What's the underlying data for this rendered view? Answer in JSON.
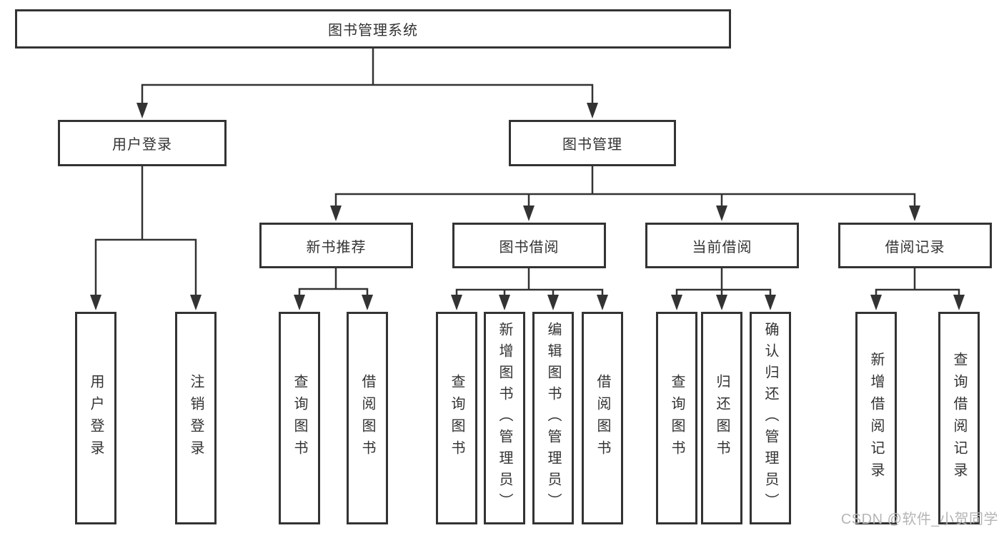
{
  "diagram_title": "图书管理系统",
  "tree": {
    "label": "图书管理系统",
    "children": [
      {
        "label": "用户登录",
        "children": [
          {
            "label": "用户登录"
          },
          {
            "label": "注销登录"
          }
        ]
      },
      {
        "label": "图书管理",
        "children": [
          {
            "label": "新书推荐",
            "children": [
              {
                "label": "查询图书"
              },
              {
                "label": "借阅图书"
              }
            ]
          },
          {
            "label": "图书借阅",
            "children": [
              {
                "label": "查询图书"
              },
              {
                "label": "新增图书（管理员）"
              },
              {
                "label": "编辑图书（管理员）"
              },
              {
                "label": "借阅图书"
              }
            ]
          },
          {
            "label": "当前借阅",
            "children": [
              {
                "label": "查询图书"
              },
              {
                "label": "归还图书"
              },
              {
                "label": "确认归还（管理员）"
              }
            ]
          },
          {
            "label": "借阅记录",
            "children": [
              {
                "label": "新增借阅记录"
              },
              {
                "label": "查询借阅记录"
              }
            ]
          }
        ]
      }
    ]
  },
  "watermark": "CSDN @软件_小贺同学",
  "colors": {
    "line": "#333333",
    "box_border": "#333333",
    "text": "#333333",
    "watermark": "#b5b5b5",
    "background": "#ffffff"
  }
}
